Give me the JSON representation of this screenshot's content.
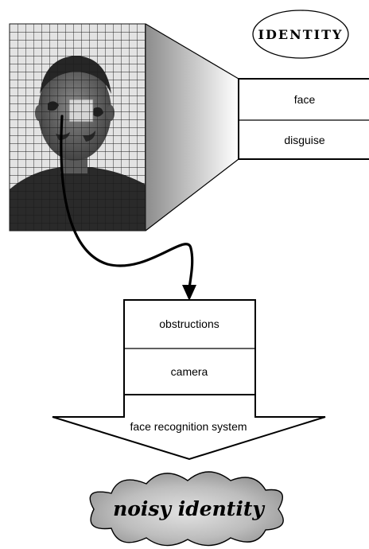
{
  "identity_label": "IDENTITY",
  "disguise_panel": {
    "rows": [
      "face",
      "disguise"
    ]
  },
  "system_stack": {
    "rows": [
      "obstructions",
      "camera"
    ],
    "arrow_label": "face recognition system"
  },
  "output_label": "noisy identity",
  "colors": {
    "stroke": "#000000",
    "cloud_fill": "#9a9a9a",
    "wedge_dark": "#8c8c8c",
    "wedge_light": "#ffffff"
  }
}
